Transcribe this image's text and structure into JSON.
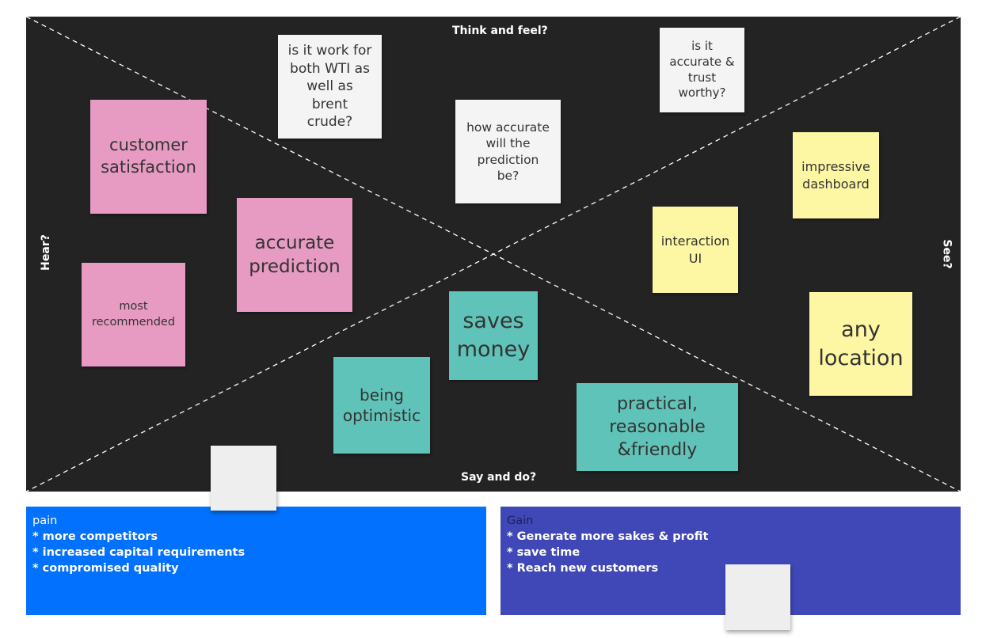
{
  "board": {
    "think_feel": "Think and feel?",
    "say_do": "Say and do?",
    "hear": "Hear?",
    "see": "See?"
  },
  "notes": {
    "customer_satisfaction": "customer satisfaction",
    "accurate_prediction": "accurate prediction",
    "most_recommended": "most recommended",
    "wti_brent": "is it work for both WTI as well as brent crude?",
    "how_accurate": "how accurate will the prediction be?",
    "accurate_trust": "is it accurate & trust worthy?",
    "impressive_dashboard": "impressive dashboard",
    "interaction_ui": "interaction UI",
    "any_location": "any location",
    "saves_money": "saves money",
    "being_optimistic": "being optimistic",
    "practical": "practical, reasonable &friendly"
  },
  "pain": {
    "heading": "pain",
    "items": [
      "* more competitors",
      "* increased capital requirements",
      "* compromised quality"
    ]
  },
  "gain": {
    "heading": "Gain",
    "items": [
      "* Generate more sakes & profit",
      "* save time",
      "* Reach new customers"
    ]
  },
  "colors": {
    "board": "#232323",
    "pink": "#e79bc3",
    "yellow": "#fdf6a3",
    "teal": "#60c3b9",
    "pain_panel": "#0271fd",
    "gain_panel": "#3f48b6"
  }
}
